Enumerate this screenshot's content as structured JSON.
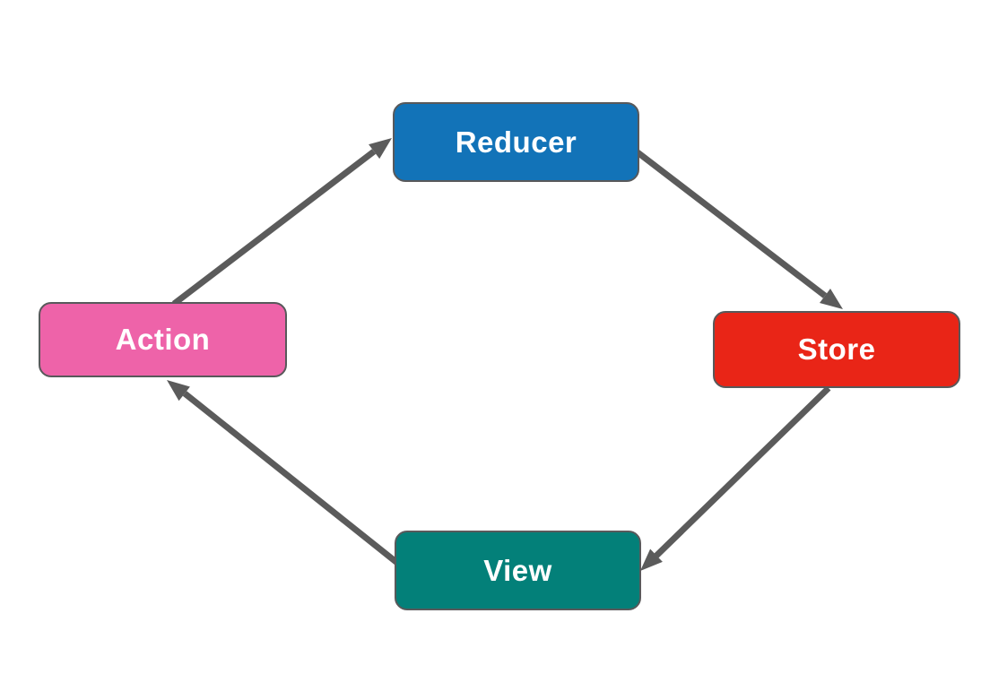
{
  "diagram": {
    "background_color": "#ffffff",
    "arrow_color": "#5b5b5b",
    "node_border_color": "#58595b",
    "node_text_color": "#ffffff",
    "nodes": [
      {
        "id": "reducer",
        "label": "Reducer",
        "color": "#1273b8",
        "position": "top"
      },
      {
        "id": "store",
        "label": "Store",
        "color": "#e92517",
        "position": "right"
      },
      {
        "id": "view",
        "label": "View",
        "color": "#038079",
        "position": "bottom"
      },
      {
        "id": "action",
        "label": "Action",
        "color": "#ee63a9",
        "position": "left"
      }
    ],
    "edges": [
      {
        "from": "action",
        "to": "reducer"
      },
      {
        "from": "reducer",
        "to": "store"
      },
      {
        "from": "store",
        "to": "view"
      },
      {
        "from": "view",
        "to": "action"
      }
    ]
  }
}
